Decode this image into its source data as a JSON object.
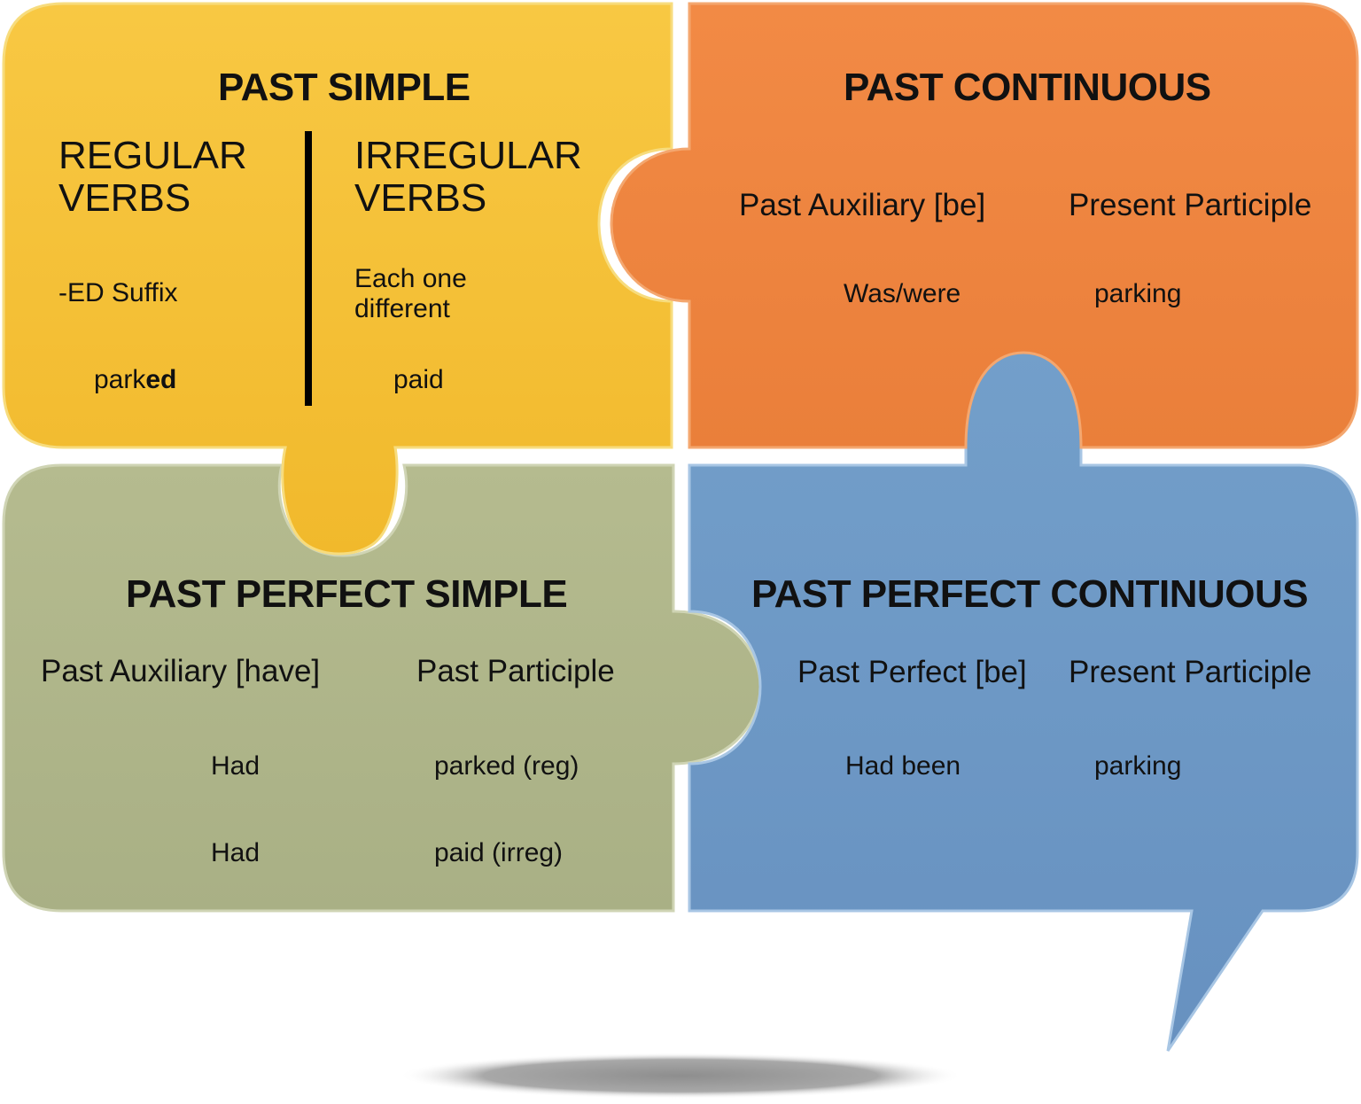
{
  "colors": {
    "past_simple": "#f5bf3a",
    "past_continuous": "#ef8640",
    "past_perfect_simple": "#b0b78c",
    "past_perfect_continuous": "#6d9bc8",
    "shadow": "#9a9a9a"
  },
  "past_simple": {
    "title": "PAST SIMPLE",
    "regular": {
      "heading_line1": "REGULAR",
      "heading_line2": "VERBS",
      "rule": "-ED Suffix",
      "example_stem": "park",
      "example_suffix": "ed"
    },
    "irregular": {
      "heading_line1": "IRREGULAR",
      "heading_line2": "VERBS",
      "rule_line1": "Each one",
      "rule_line2": "different",
      "example": "paid"
    }
  },
  "past_continuous": {
    "title": "PAST CONTINUOUS",
    "col1_header": "Past Auxiliary [be]",
    "col2_header": "Present Participle",
    "col1_value": "Was/were",
    "col2_value": "parking"
  },
  "past_perfect_simple": {
    "title": "PAST PERFECT SIMPLE",
    "col1_header": "Past Auxiliary [have]",
    "col2_header": "Past Participle",
    "rows": [
      {
        "aux": "Had",
        "participle": "parked (reg)"
      },
      {
        "aux": "Had",
        "participle": "paid (irreg)"
      }
    ]
  },
  "past_perfect_continuous": {
    "title": "PAST PERFECT CONTINUOUS",
    "col1_header": "Past Perfect [be]",
    "col2_header": "Present Participle",
    "col1_value": "Had been",
    "col2_value": "parking"
  }
}
